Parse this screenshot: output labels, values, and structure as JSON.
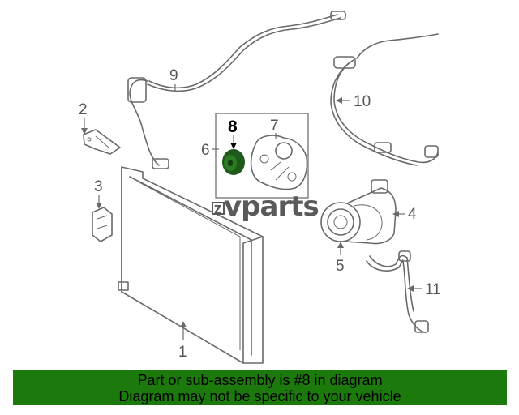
{
  "callouts": {
    "c1": "1",
    "c2": "2",
    "c3": "3",
    "c4": "4",
    "c5": "5",
    "c6": "6",
    "c7": "7",
    "c8": "8",
    "c9": "9",
    "c10": "10",
    "c11": "11"
  },
  "watermark": {
    "text": "vparts",
    "logo_mark": "Z"
  },
  "footer": {
    "line1": "Part or sub-assembly is #8 in diagram",
    "line2": "Diagram may not be specific to your vehicle"
  },
  "colors": {
    "highlight_part": "#1f5a1a",
    "footer_bg": "#1b7a0b",
    "line_art": "#6a6a6a"
  }
}
